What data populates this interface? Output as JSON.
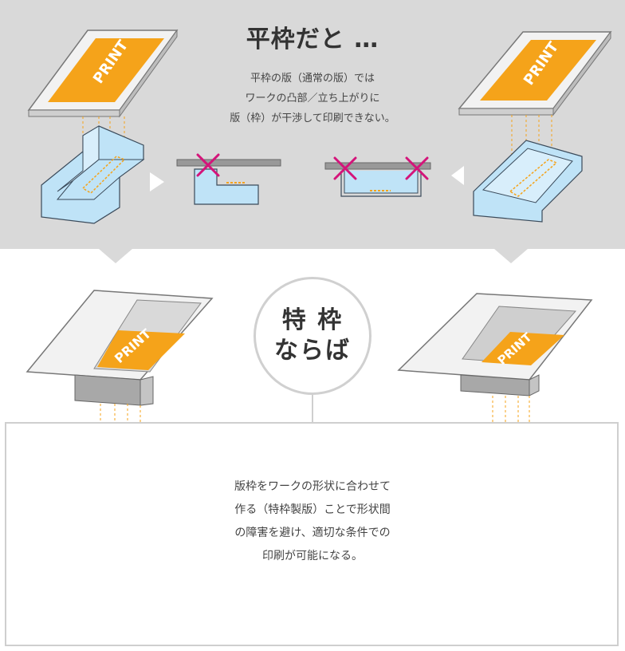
{
  "top": {
    "title": "平枠だと …",
    "description_lines": [
      "平枠の版（通常の版）では",
      "ワークの凸部／立ち上がりに",
      "版（枠）が干渉して印刷できない。"
    ]
  },
  "badge": {
    "line1": "特 枠",
    "line2": "ならば"
  },
  "bottom": {
    "description_lines": [
      "版枠をワークの形状に合わせて",
      "作る（特枠製版）ことで形状間",
      "の障害を避け、適切な条件での",
      "印刷が可能になる。"
    ]
  },
  "print_text": "PRINT",
  "colors": {
    "top_background": "#d9d9d9",
    "frame_fill": "#f2f2f2",
    "frame_stroke": "#888888",
    "print_orange": "#f5a31a",
    "work_blue": "#bfe3f7",
    "work_stroke": "#3a4a5a",
    "plate_gray": "#999999",
    "interference_magenta": "#d4147a",
    "arrow_gray": "#c4c4c4"
  },
  "icons": [
    "cross-mark-icon",
    "circle-highlight-icon",
    "arrow-right-icon",
    "arrow-left-icon",
    "arrow-down-icon"
  ]
}
